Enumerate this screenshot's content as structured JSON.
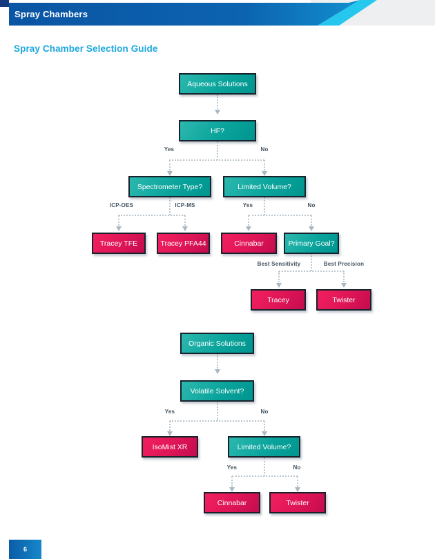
{
  "header": {
    "title": "Spray Chambers"
  },
  "section": {
    "title": "Spray Chamber Selection Guide"
  },
  "footer": {
    "page_number": "6"
  },
  "colors": {
    "header_blue": "#0c63af",
    "header_cyan": "#2bcdf2",
    "header_corner_navy": "#14397e",
    "header_gray": "#edeff1",
    "section_title_cyan": "#1ba7dd",
    "node_teal": "#00958e",
    "node_crimson": "#d5114f",
    "node_border": "#18222c",
    "connector_gray": "#bac6cf",
    "label_gray": "#41505c"
  },
  "flowchart": {
    "aqueous": {
      "root": "Aqueous Solutions",
      "hf": "HF?",
      "hf_yes": "Yes",
      "hf_no": "No",
      "spectrometer": "Spectrometer Type?",
      "icp_oes": "ICP-OES",
      "icp_ms": "ICP-MS",
      "limited_volume": "Limited Volume?",
      "lv_yes": "Yes",
      "lv_no": "No",
      "tracey_tfe": "Tracey TFE",
      "tracey_pfa44": "Tracey PFA44",
      "cinnabar": "Cinnabar",
      "primary_goal": "Primary Goal?",
      "best_sensitivity": "Best Sensitivity",
      "best_precision": "Best Precision",
      "tracey": "Tracey",
      "twister": "Twister"
    },
    "organic": {
      "root": "Organic Solutions",
      "volatile": "Volatile Solvent?",
      "v_yes": "Yes",
      "v_no": "No",
      "isomist_xr": "IsoMist XR",
      "limited_volume": "Limited Volume?",
      "lv_yes": "Yes",
      "lv_no": "No",
      "cinnabar": "Cinnabar",
      "twister": "Twister"
    }
  }
}
